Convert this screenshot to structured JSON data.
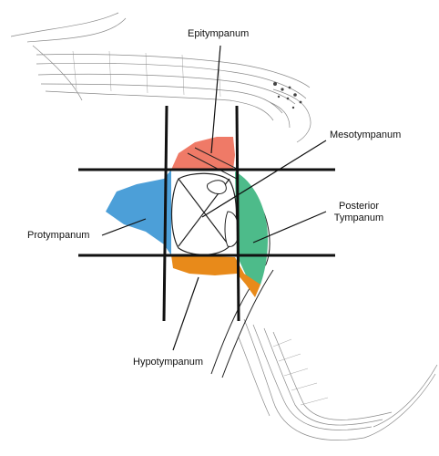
{
  "labels": {
    "epitympanum": "Epitympanum",
    "mesotympanum": "Mesotympanum",
    "protympanum": "Protympanum",
    "posterior_line1": "Posterior",
    "posterior_line2": "Tympanum",
    "hypotympanum": "Hypotympanum"
  },
  "colors": {
    "epitympanum": "#ef7a67",
    "protympanum": "#4c9fd8",
    "posterior_tympanum": "#4dbb8a",
    "hypotympanum": "#e88a1a",
    "grid_lines": "#111111",
    "bone_shading": "#8a8a8a"
  }
}
